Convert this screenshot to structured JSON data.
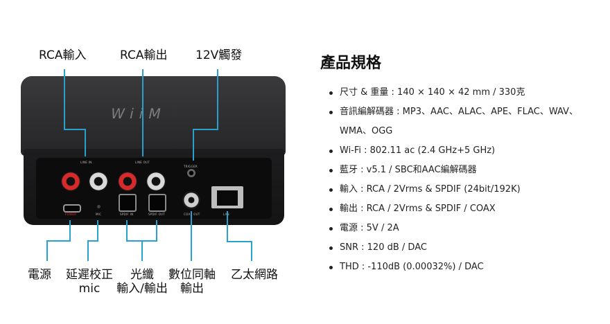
{
  "callouts_top": {
    "rca_in": "RCA輸入",
    "rca_out": "RCA輸出",
    "trigger": "12V觸發"
  },
  "callouts_bottom": {
    "power": "電源",
    "mic_line1": "延遲校正",
    "mic_line2": "mic",
    "optical_line1": "光纖",
    "optical_line2": "輸入/輸出",
    "coax_line1": "數位同軸",
    "coax_line2": "輸出",
    "ethernet": "乙太網路"
  },
  "device": {
    "logo": "WiiM",
    "port_labels": {
      "line_in": "LINE IN",
      "line_out": "LINE OUT",
      "trigger": "TRIGGER",
      "power": "POWER",
      "mic": "MIC",
      "spdif_in": "SPDIF IN",
      "spdif_out": "SPDIF OUT",
      "coax_out": "COAX OUT",
      "lan": "LAN"
    }
  },
  "specs": {
    "title": "產品規格",
    "items": [
      "尺寸 & 重量 : 140 × 140 × 42 mm / 330克",
      " 音訊編解碼器 : MP3、AAC、ALAC、APE、FLAC、WAV、",
      "WMA、OGG",
      "Wi-Fi : 802.11 ac (2.4 GHz+5 GHz)",
      "藍牙 : v5.1 / SBC和AAC編解碼器",
      "輸入 : RCA / 2Vrms & SPDIF (24bit/192K)",
      "輸出 : RCA / 2Vrms & SPDIF / COAX",
      "電源 : 5V / 2A",
      "SNR : 120 dB / DAC",
      "THD : -110dB (0.00032%) / DAC"
    ]
  },
  "colors": {
    "leader": "#2aa0cf",
    "rca_red": "#d72a2a",
    "rca_white": "#d9d9d9"
  }
}
